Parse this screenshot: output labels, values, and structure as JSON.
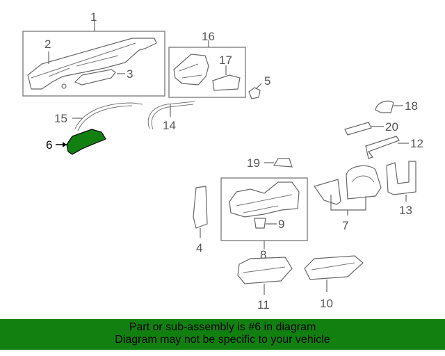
{
  "diagram": {
    "callouts": {
      "c1": "1",
      "c2": "2",
      "c3": "3",
      "c4": "4",
      "c5": "5",
      "c6": "6",
      "c7": "7",
      "c8": "8",
      "c9": "9",
      "c10": "10",
      "c11": "11",
      "c12": "12",
      "c13": "13",
      "c14": "14",
      "c15": "15",
      "c16": "16",
      "c17": "17",
      "c18": "18",
      "c19": "19",
      "c20": "20"
    },
    "highlight_color": "#118011"
  },
  "banner": {
    "line1": "Part or sub-assembly is #6 in diagram",
    "line2": "Diagram may not be specific to your vehicle",
    "background": "#118011"
  }
}
